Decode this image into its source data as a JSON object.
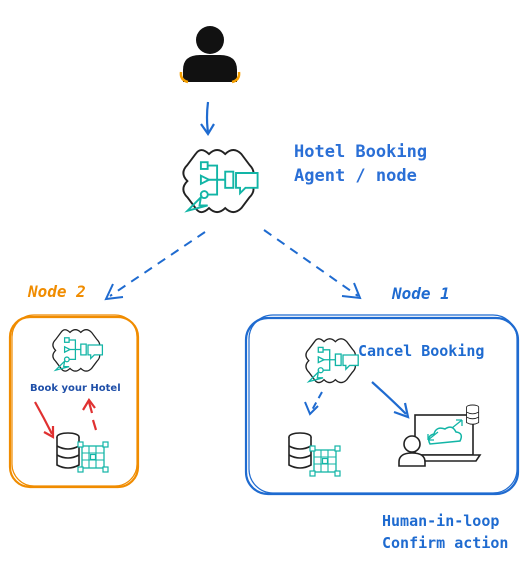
{
  "diagram": {
    "agent": {
      "title_line1": "Hotel Booking",
      "title_line2": "Agent / node"
    },
    "node2": {
      "label": "Node 2",
      "task": "Book your Hotel"
    },
    "node1": {
      "label": "Node 1",
      "task": "Cancel Booking",
      "note_line1": "Human-in-loop",
      "note_line2": "Confirm action"
    },
    "colors": {
      "blue": "#1f6bd0",
      "orange": "#f08c00",
      "teal": "#12b5a6",
      "red": "#e03131",
      "dark": "#222222"
    },
    "icons": [
      "user-icon",
      "agent-icon",
      "database-icon",
      "matrix-icon",
      "human-computer-icon",
      "cloud-sync-icon"
    ]
  }
}
